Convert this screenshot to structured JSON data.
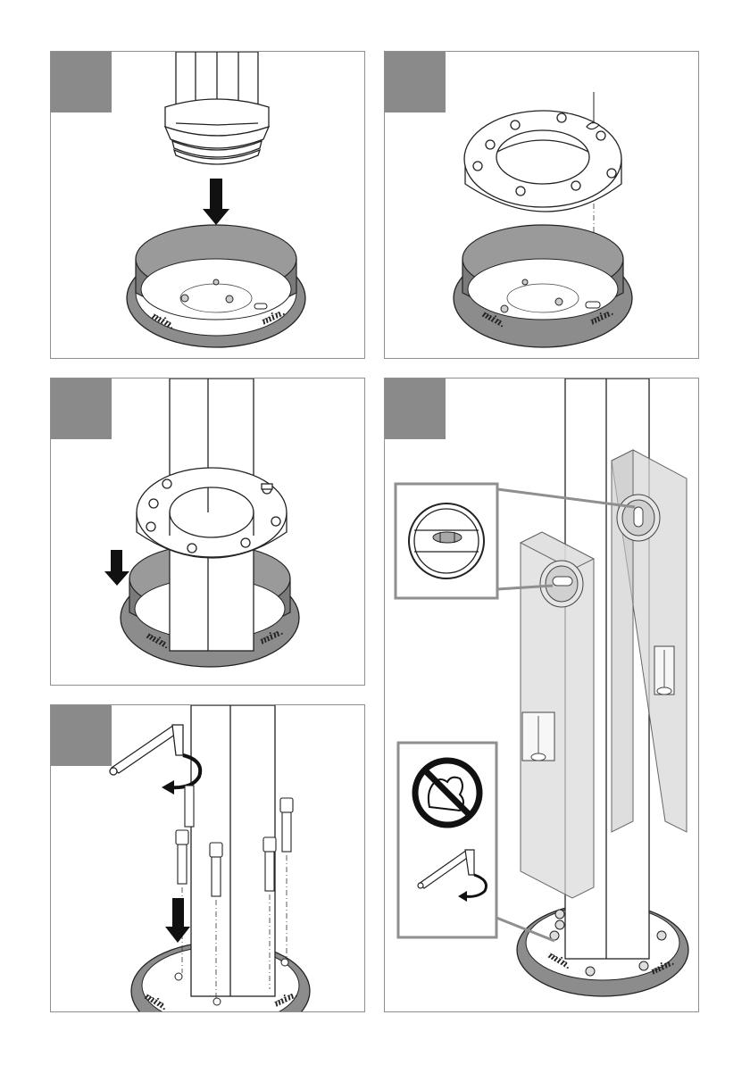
{
  "figure": {
    "ring_marking": "min.",
    "panels": [
      {
        "id": "step-1",
        "content": "tube-with-threaded-end-lowered-into-floor-sleeve"
      },
      {
        "id": "step-2",
        "content": "mounting-flange-aligned-with-floor-sleeve-notch"
      },
      {
        "id": "step-3",
        "content": "flange-slid-over-tube-into-floor-sleeve"
      },
      {
        "id": "step-4",
        "content": "hex-key-and-four-socket-screws-fastening"
      },
      {
        "id": "step-5",
        "content": "spirit-levels-check-plumb-then-tighten-without-excessive-force"
      }
    ],
    "icons": [
      "down-arrow-icon",
      "hex-key-icon",
      "rotate-arrow-icon",
      "no-excessive-force-icon",
      "bubble-level-icon"
    ],
    "colors": {
      "step_box": "#8a8a8a",
      "panel_border": "#8f8f8f",
      "sleeve_inner": "#7a7a7a",
      "level_body": "#d8d8d8",
      "prohibition": "#111111"
    }
  }
}
